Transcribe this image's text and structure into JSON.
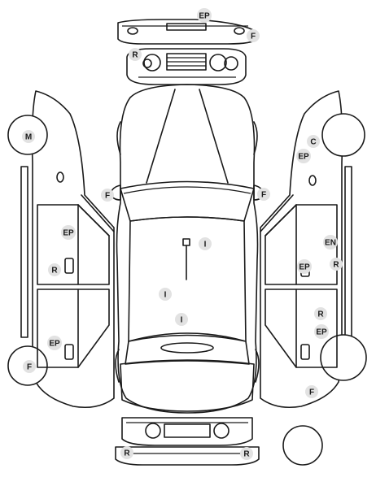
{
  "diagram": {
    "markers": [
      {
        "id": "front-bumper-ep",
        "code": "EP"
      },
      {
        "id": "front-bumper-f",
        "code": "F"
      },
      {
        "id": "front-grille-r",
        "code": "R"
      },
      {
        "id": "left-front-wheel-m",
        "code": "M"
      },
      {
        "id": "left-front-door-ep",
        "code": "EP"
      },
      {
        "id": "left-front-door-r",
        "code": "R"
      },
      {
        "id": "left-rear-door-ep",
        "code": "EP"
      },
      {
        "id": "left-rear-wheel-f",
        "code": "F"
      },
      {
        "id": "left-mirror-f",
        "code": "F"
      },
      {
        "id": "right-mirror-f",
        "code": "F"
      },
      {
        "id": "roof-i",
        "code": "I"
      },
      {
        "id": "hood-i-1",
        "code": "I"
      },
      {
        "id": "hood-i-2",
        "code": "I"
      },
      {
        "id": "right-front-fender-c",
        "code": "C"
      },
      {
        "id": "right-front-fender-ep",
        "code": "EP"
      },
      {
        "id": "right-front-door-en",
        "code": "EN"
      },
      {
        "id": "right-front-door-r",
        "code": "R"
      },
      {
        "id": "right-front-door-ep",
        "code": "EP"
      },
      {
        "id": "right-rear-door-r",
        "code": "R"
      },
      {
        "id": "right-rear-door-ep",
        "code": "EP"
      },
      {
        "id": "right-rear-wheel-f",
        "code": "F"
      },
      {
        "id": "rear-bumper-r-left",
        "code": "R"
      },
      {
        "id": "rear-bumper-r-right",
        "code": "R"
      }
    ]
  }
}
